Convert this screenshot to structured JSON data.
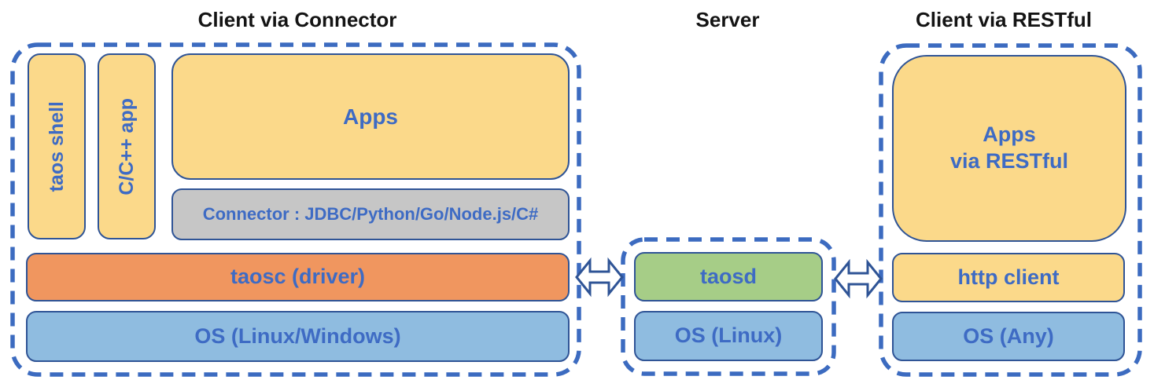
{
  "titles": {
    "client_connector": "Client via Connector",
    "server": "Server",
    "client_restful": "Client via RESTful"
  },
  "client_connector": {
    "taos_shell": "taos shell",
    "cpp_app": "C/C++ app",
    "apps": "Apps",
    "connector": "Connector : JDBC/Python/Go/Node.js/C#",
    "taosc": "taosc (driver)",
    "os": "OS (Linux/Windows)"
  },
  "server": {
    "taosd": "taosd",
    "os": "OS (Linux)"
  },
  "client_restful": {
    "apps_line1": "Apps",
    "apps_line2": "via RESTful",
    "http_client": "http client",
    "os": "OS (Any)"
  },
  "icons": {
    "left_arrow": "bidirectional-arrow",
    "right_arrow": "bidirectional-arrow"
  },
  "colors": {
    "box_yellow": "#FBD98A",
    "box_grey": "#C6C6C6",
    "box_orange": "#F0965F",
    "box_blue": "#8FBCE0",
    "box_green": "#A6CD87",
    "box_border": "#2F5496",
    "label_text": "#3E6BC4",
    "dashed_border": "#3C6BC0",
    "title_text": "#141414",
    "background": "#FFFFFF"
  }
}
